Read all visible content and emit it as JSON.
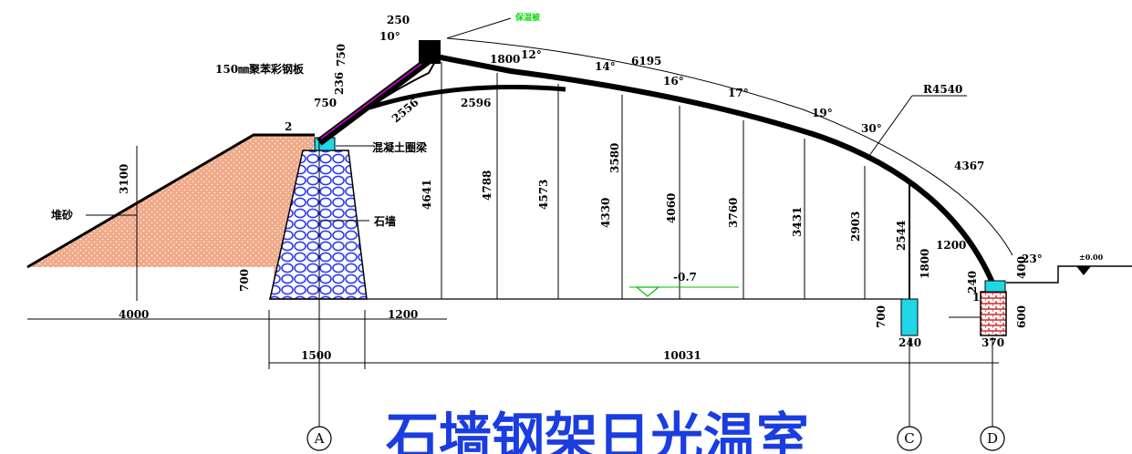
{
  "title": "石墙钢架日光温室",
  "colors": {
    "sand": "#f0aa88",
    "stone": "#2f3cf0",
    "brick": "#d22a2a",
    "beam": "#1fd7e6",
    "title": "#1a3de0",
    "callout": "#00dd00"
  },
  "labels": {
    "top_width": "250",
    "angle_10": "10°",
    "dim_750_top": "750",
    "panel": "150㎜聚苯彩钢板",
    "dim_236": "236",
    "dim_750": "750",
    "dim_2": "2",
    "beam": "混凝土圈梁",
    "dim_2556": "2556",
    "dim_2596": "2596",
    "dim_1800": "1800",
    "angle_12": "12°",
    "angle_14": "14°",
    "arc_6195": "6195",
    "angle_16": "16°",
    "angle_17": "17°",
    "angle_19": "19°",
    "angle_30": "30°",
    "radius": "R4540",
    "arc_4367": "4367",
    "callout_top": "保温被",
    "sand": "堆砂",
    "stone": "石墙",
    "h_3100": "3100",
    "h_4641": "4641",
    "h_4788": "4788",
    "h_4573": "4573",
    "h_4330": "4330",
    "h_4050_lbl": "3580",
    "h_4060": "4060",
    "h_3760": "3760",
    "h_3431": "3431",
    "h_2903": "2903",
    "h_2544": "2544",
    "h_1800": "1800",
    "dim_1200_r": "1200",
    "angle_23": "23°",
    "ground_right": "±0.00",
    "h_240": "240",
    "h_400": "400",
    "h_600": "600",
    "h_700_left": "700",
    "h_700_c": "700",
    "one": "1",
    "level": "-0.7",
    "dim_4000": "4000",
    "dim_1200": "1200",
    "dim_1500": "1500",
    "dim_10031": "10031",
    "dim_240": "240",
    "dim_370": "370",
    "axis_a": "A",
    "axis_c": "C",
    "axis_d": "D"
  }
}
